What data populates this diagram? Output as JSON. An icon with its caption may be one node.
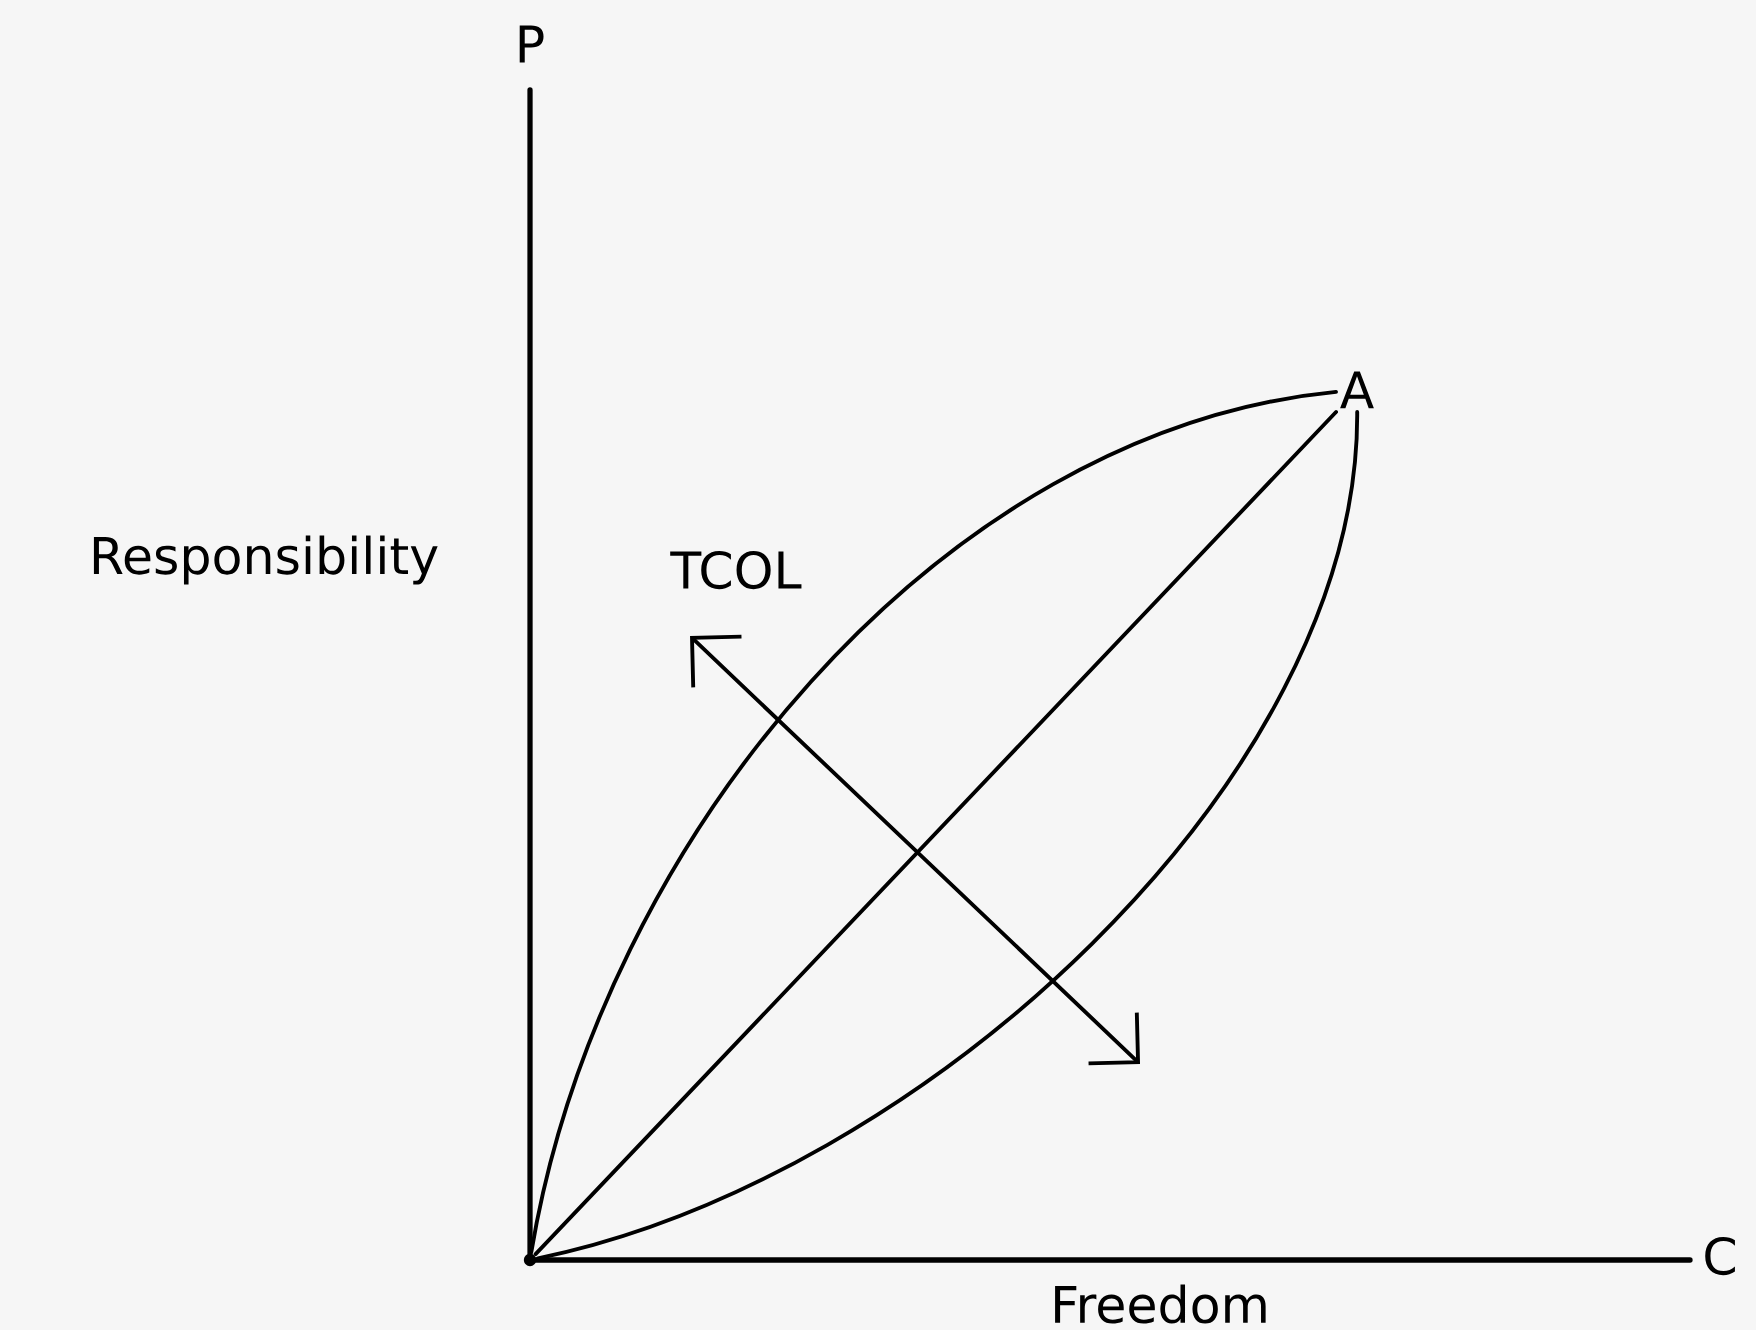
{
  "diagram": {
    "nodes": [
      {
        "text": [
          "A"
        ]
      },
      {
        "text": [],
        "shape": "dot"
      }
    ],
    "edges": [
      {
        "from": 1,
        "to": 0,
        "arrow": "none"
      },
      {
        "from": 1,
        "to": 0,
        "arrow": "none"
      },
      {
        "from": 1,
        "to": 0,
        "arrow": "none"
      }
    ],
    "labels": [
      "P",
      "Responsibility",
      "TCOL",
      "C",
      "Freedom"
    ]
  }
}
